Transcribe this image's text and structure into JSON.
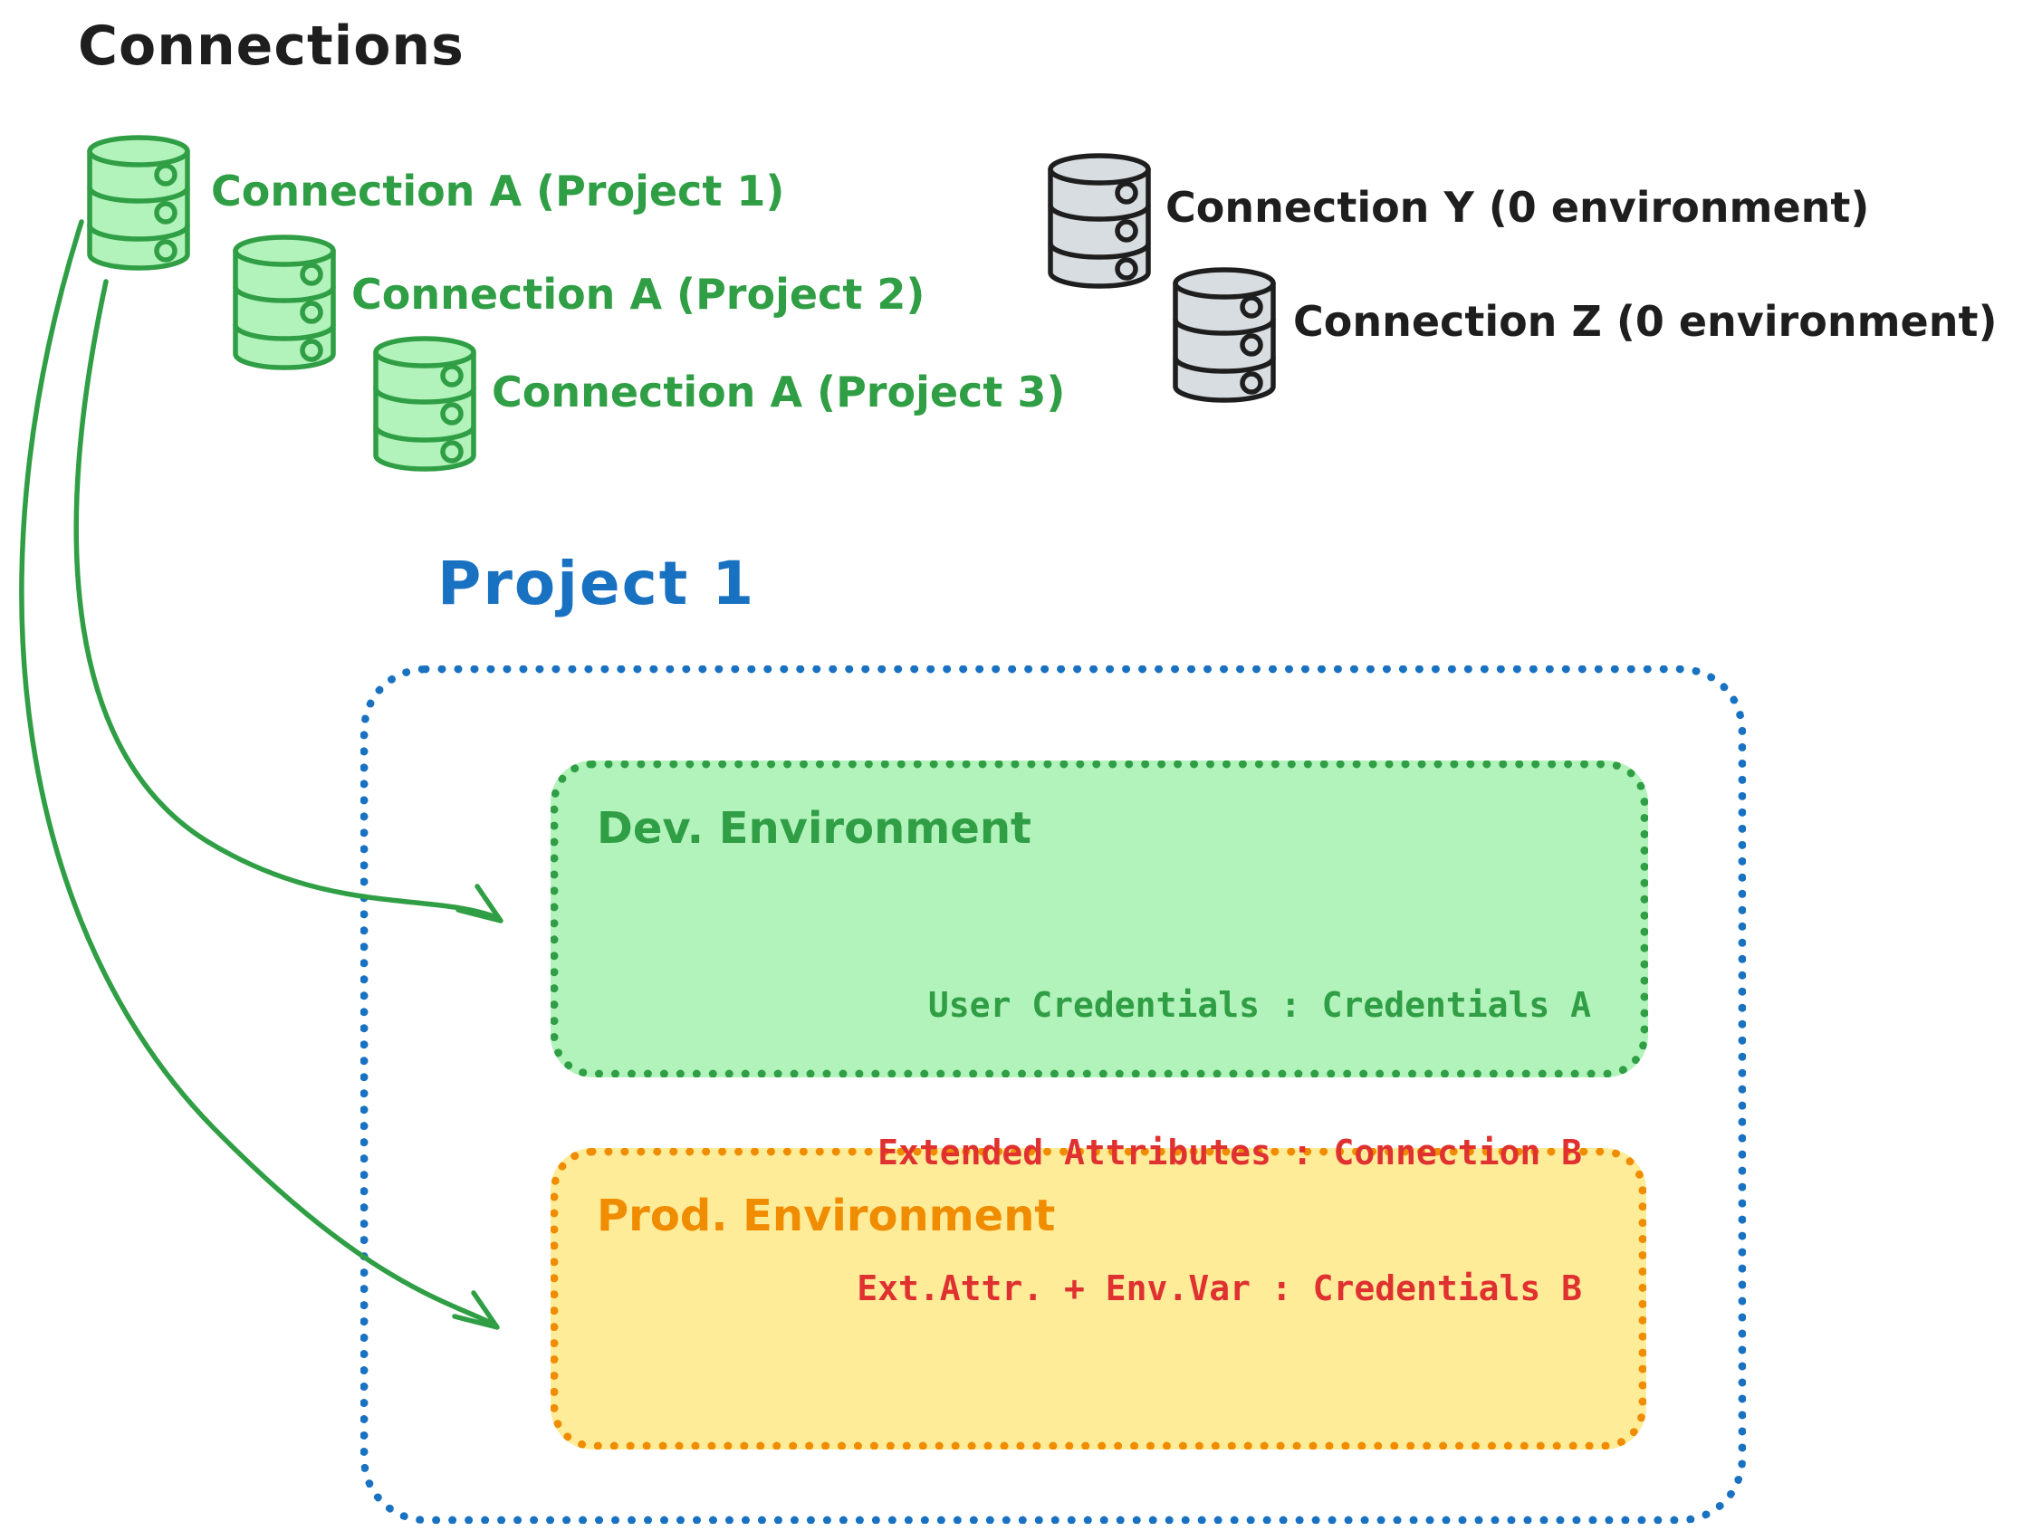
{
  "title": "Connections",
  "green_connections": [
    {
      "label": "Connection A (Project 1)"
    },
    {
      "label": "Connection A (Project 2)"
    },
    {
      "label": "Connection A (Project 3)"
    }
  ],
  "gray_connections": [
    {
      "label": "Connection Y (0 environment)"
    },
    {
      "label": "Connection Z (0 environment)"
    }
  ],
  "project": {
    "title": "Project 1",
    "dev": {
      "title": "Dev. Environment",
      "mapping": "User Credentials : Credentials A"
    },
    "prod": {
      "title": "Prod. Environment",
      "mappings": [
        "Extended Attributes : Connection B",
        "Ext.Attr. + Env.Var : Credentials B"
      ]
    }
  },
  "colors": {
    "green_stroke": "#2f9e44",
    "green_fill": "#b2f2bb",
    "orange_stroke": "#f08c00",
    "yellow_fill": "#ffec99",
    "blue": "#1971c2",
    "red": "#e03131",
    "black": "#1e1e1e",
    "gray_fill": "#d8dde1"
  }
}
